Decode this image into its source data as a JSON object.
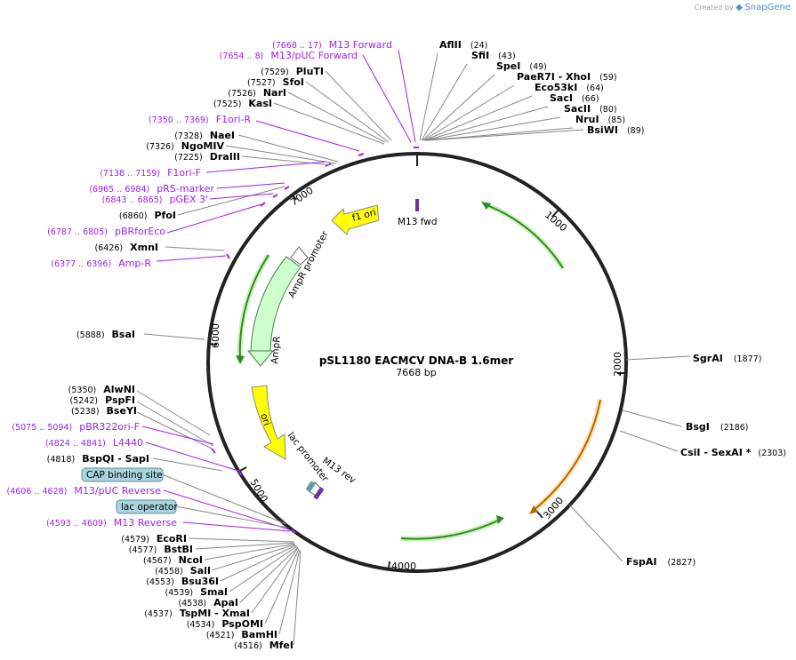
{
  "watermark": {
    "prefix": "Created by",
    "brand": "SnapGene"
  },
  "plasmid": {
    "name": "pSL1180 EACMCV DNA-B 1.6mer",
    "length_label": "7668 bp",
    "length": 7668
  },
  "ticks": [
    "1000",
    "2000",
    "3000",
    "4000",
    "5000",
    "6000",
    "7000"
  ],
  "sites_right": [
    {
      "name": "AflII",
      "pos": "(24)"
    },
    {
      "name": "SfiI",
      "pos": "(43)"
    },
    {
      "name": "SpeI",
      "pos": "(49)"
    },
    {
      "name": "PaeR7I  - XhoI",
      "pos": "(59)"
    },
    {
      "name": "Eco53kI",
      "pos": "(64)"
    },
    {
      "name": "SacI",
      "pos": "(66)"
    },
    {
      "name": "SacII",
      "pos": "(80)"
    },
    {
      "name": "NruI",
      "pos": "(85)"
    },
    {
      "name": "BsiWI",
      "pos": "(89)"
    },
    {
      "name": "SgrAI",
      "pos": "(1877)"
    },
    {
      "name": "BsgI",
      "pos": "(2186)"
    },
    {
      "name": "CsiI  - SexAI *",
      "pos": "(2303)"
    },
    {
      "name": "FspAI",
      "pos": "(2827)"
    }
  ],
  "sites_left": [
    {
      "name": "PluTI",
      "pos": "(7529)"
    },
    {
      "name": "SfoI",
      "pos": "(7527)"
    },
    {
      "name": "NarI",
      "pos": "(7526)"
    },
    {
      "name": "KasI",
      "pos": "(7525)"
    },
    {
      "name": "NaeI",
      "pos": "(7328)"
    },
    {
      "name": "NgoMIV",
      "pos": "(7326)"
    },
    {
      "name": "DraIII",
      "pos": "(7225)"
    },
    {
      "name": "PfoI",
      "pos": "(6860)"
    },
    {
      "name": "XmnI",
      "pos": "(6426)"
    },
    {
      "name": "BsaI",
      "pos": "(5888)"
    },
    {
      "name": "AlwNI",
      "pos": "(5350)"
    },
    {
      "name": "PspFI",
      "pos": "(5242)"
    },
    {
      "name": "BseYI",
      "pos": "(5238)"
    },
    {
      "name": "BspQI   - SapI",
      "pos": "(4818)"
    }
  ],
  "sites_bottom": [
    {
      "name": "EcoRI",
      "pos": "(4579)"
    },
    {
      "name": "BstBI",
      "pos": "(4577)"
    },
    {
      "name": "NcoI",
      "pos": "(4567)"
    },
    {
      "name": "SalI",
      "pos": "(4558)"
    },
    {
      "name": "Bsu36I",
      "pos": "(4553)"
    },
    {
      "name": "SmaI",
      "pos": "(4539)"
    },
    {
      "name": "ApaI",
      "pos": "(4538)"
    },
    {
      "name": "TspMI   - XmaI",
      "pos": "(4537)"
    },
    {
      "name": "PspOMI",
      "pos": "(4534)"
    },
    {
      "name": "BamHI",
      "pos": "(4521)"
    },
    {
      "name": "MfeI",
      "pos": "(4516)"
    }
  ],
  "primers": [
    {
      "name": "M13 Forward",
      "pos": "(7668 .. 17)"
    },
    {
      "name": "M13/pUC Forward",
      "pos": "(7654 .. 8)"
    },
    {
      "name": "F1ori-R",
      "pos": "(7350 .. 7369)"
    },
    {
      "name": "F1ori-F",
      "pos": "(7138 .. 7159)"
    },
    {
      "name": "pRS-marker",
      "pos": "(6965 .. 6984)"
    },
    {
      "name": "pGEX 3'",
      "pos": "(6843 .. 6865)"
    },
    {
      "name": "pBRforEco",
      "pos": "(6787 .. 6805)"
    },
    {
      "name": "Amp-R",
      "pos": "(6377 .. 6396)"
    },
    {
      "name": "pBR322ori-F",
      "pos": "(5075 .. 5094)"
    },
    {
      "name": "L4440",
      "pos": "(4824 .. 4841)"
    },
    {
      "name": "M13/pUC Reverse",
      "pos": "(4606 .. 4628)"
    },
    {
      "name": "M13 Reverse",
      "pos": "(4593 .. 4609)"
    }
  ],
  "boxed_features": [
    "CAP binding site",
    "lac operator"
  ],
  "features": [
    "f1 ori",
    "M13 fwd",
    "AmpR promoter",
    "AmpR",
    "ori",
    "lac promoter",
    "M13 rev"
  ],
  "colors": {
    "primer": "#a020f0",
    "ori_yellow": "#ffff00",
    "ampr_green": "#ccffcc",
    "orf_green": "#2e8b22",
    "orf_orange": "#b36b00",
    "box_fill": "#a9d3dd"
  }
}
